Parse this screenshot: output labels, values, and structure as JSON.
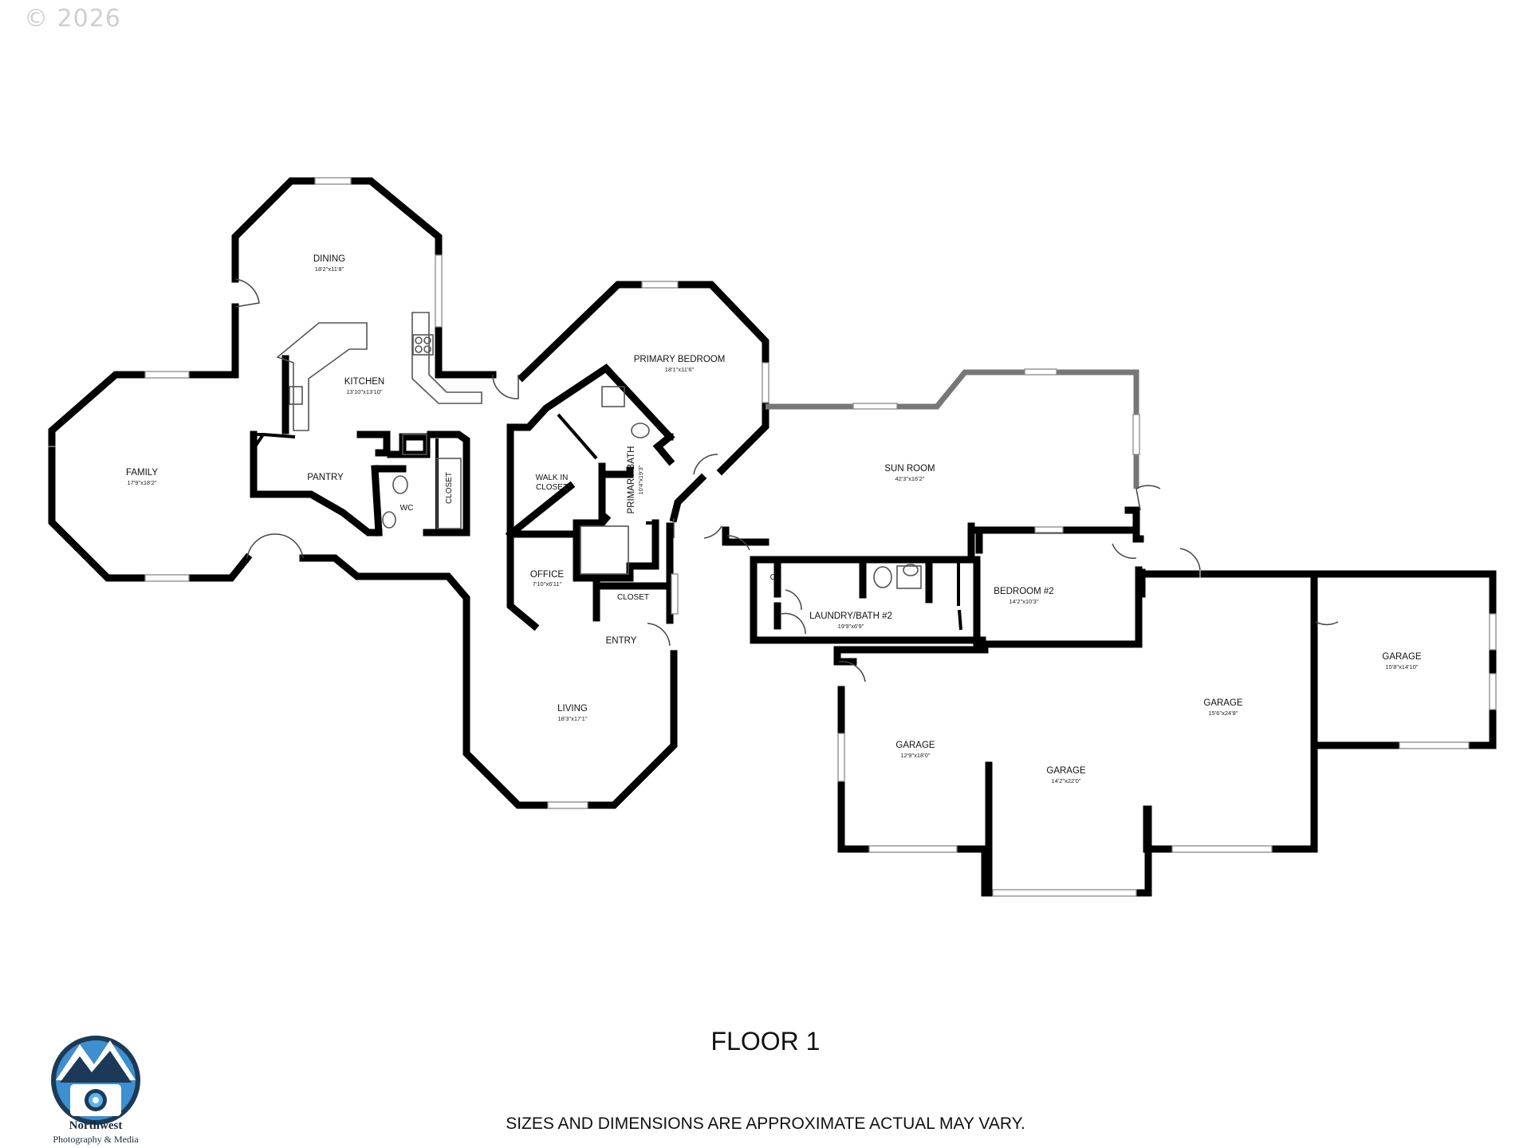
{
  "copyright": "© 2026",
  "floor_label": "FLOOR 1",
  "disclaimer": "SIZES AND DIMENSIONS ARE APPROXIMATE ACTUAL MAY VARY.",
  "logo": {
    "name": "Northwest",
    "subtitle": "Photography & Media"
  },
  "rooms": {
    "dining": {
      "name": "DINING",
      "dim": "18'2\"x11'8\""
    },
    "kitchen": {
      "name": "KITCHEN",
      "dim": "13'10\"x13'10\""
    },
    "family": {
      "name": "FAMILY",
      "dim": "17'9\"x18'2\""
    },
    "pantry": {
      "name": "PANTRY"
    },
    "wc": {
      "name": "WC"
    },
    "closet_hall": {
      "name": "CLOSET"
    },
    "primary_bedroom": {
      "name": "PRIMARY BEDROOM",
      "dim": "18'1\"x11'6\""
    },
    "walk_in_closet": {
      "name1": "WALK IN",
      "name2": "CLOSET"
    },
    "primary_bath": {
      "name": "PRIMARY BATH",
      "dim": "10'4\"x19'3\""
    },
    "office": {
      "name": "OFFICE",
      "dim": "7'10\"x6'11\""
    },
    "closet_entry": {
      "name": "CLOSET"
    },
    "entry": {
      "name": "ENTRY"
    },
    "living": {
      "name": "LIVING",
      "dim": "18'3\"x17'1\""
    },
    "sun_room": {
      "name": "SUN ROOM",
      "dim": "42'3\"x16'2\""
    },
    "cl": {
      "name": "CL"
    },
    "laundry_bath": {
      "name": "LAUNDRY/BATH #2",
      "dim": "19'9\"x6'9\""
    },
    "bedroom2": {
      "name": "BEDROOM #2",
      "dim": "14'2\"x10'3\""
    },
    "garage_left": {
      "name": "GARAGE",
      "dim": "12'9\"x18'0\""
    },
    "garage_center": {
      "name": "GARAGE",
      "dim": "14'2\"x22'0\""
    },
    "garage_main": {
      "name": "GARAGE",
      "dim": "15'6\"x24'8\""
    },
    "garage_right": {
      "name": "GARAGE",
      "dim": "15'8\"x14'10\""
    }
  }
}
